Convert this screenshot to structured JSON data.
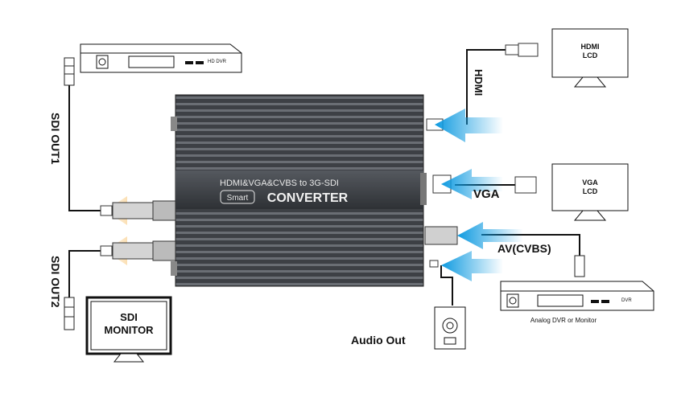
{
  "converter": {
    "title": "HDMI&VGA&CVBS to 3G-SDI",
    "badge": "Smart",
    "name": "CONVERTER"
  },
  "inputs": {
    "hdmi": {
      "label": "HDMI",
      "display": [
        "HDMI",
        "LCD"
      ]
    },
    "vga": {
      "label": "VGA",
      "display": [
        "VGA",
        "LCD"
      ]
    },
    "av": {
      "label": "AV(CVBS)",
      "device_tag": "DVR",
      "caption": "Analog DVR or Monitor"
    },
    "audio": {
      "label": "Audio Out"
    }
  },
  "outputs": {
    "sdi1": {
      "label": "SDI OUT1",
      "device_tag": "HD DVR"
    },
    "sdi2": {
      "label": "SDI OUT2",
      "monitor": [
        "SDI",
        "MONITOR"
      ]
    }
  },
  "colors": {
    "input_arrow": "#1aa6e6",
    "output_arrow": "#f0a11e",
    "body": "#3a3d42"
  }
}
